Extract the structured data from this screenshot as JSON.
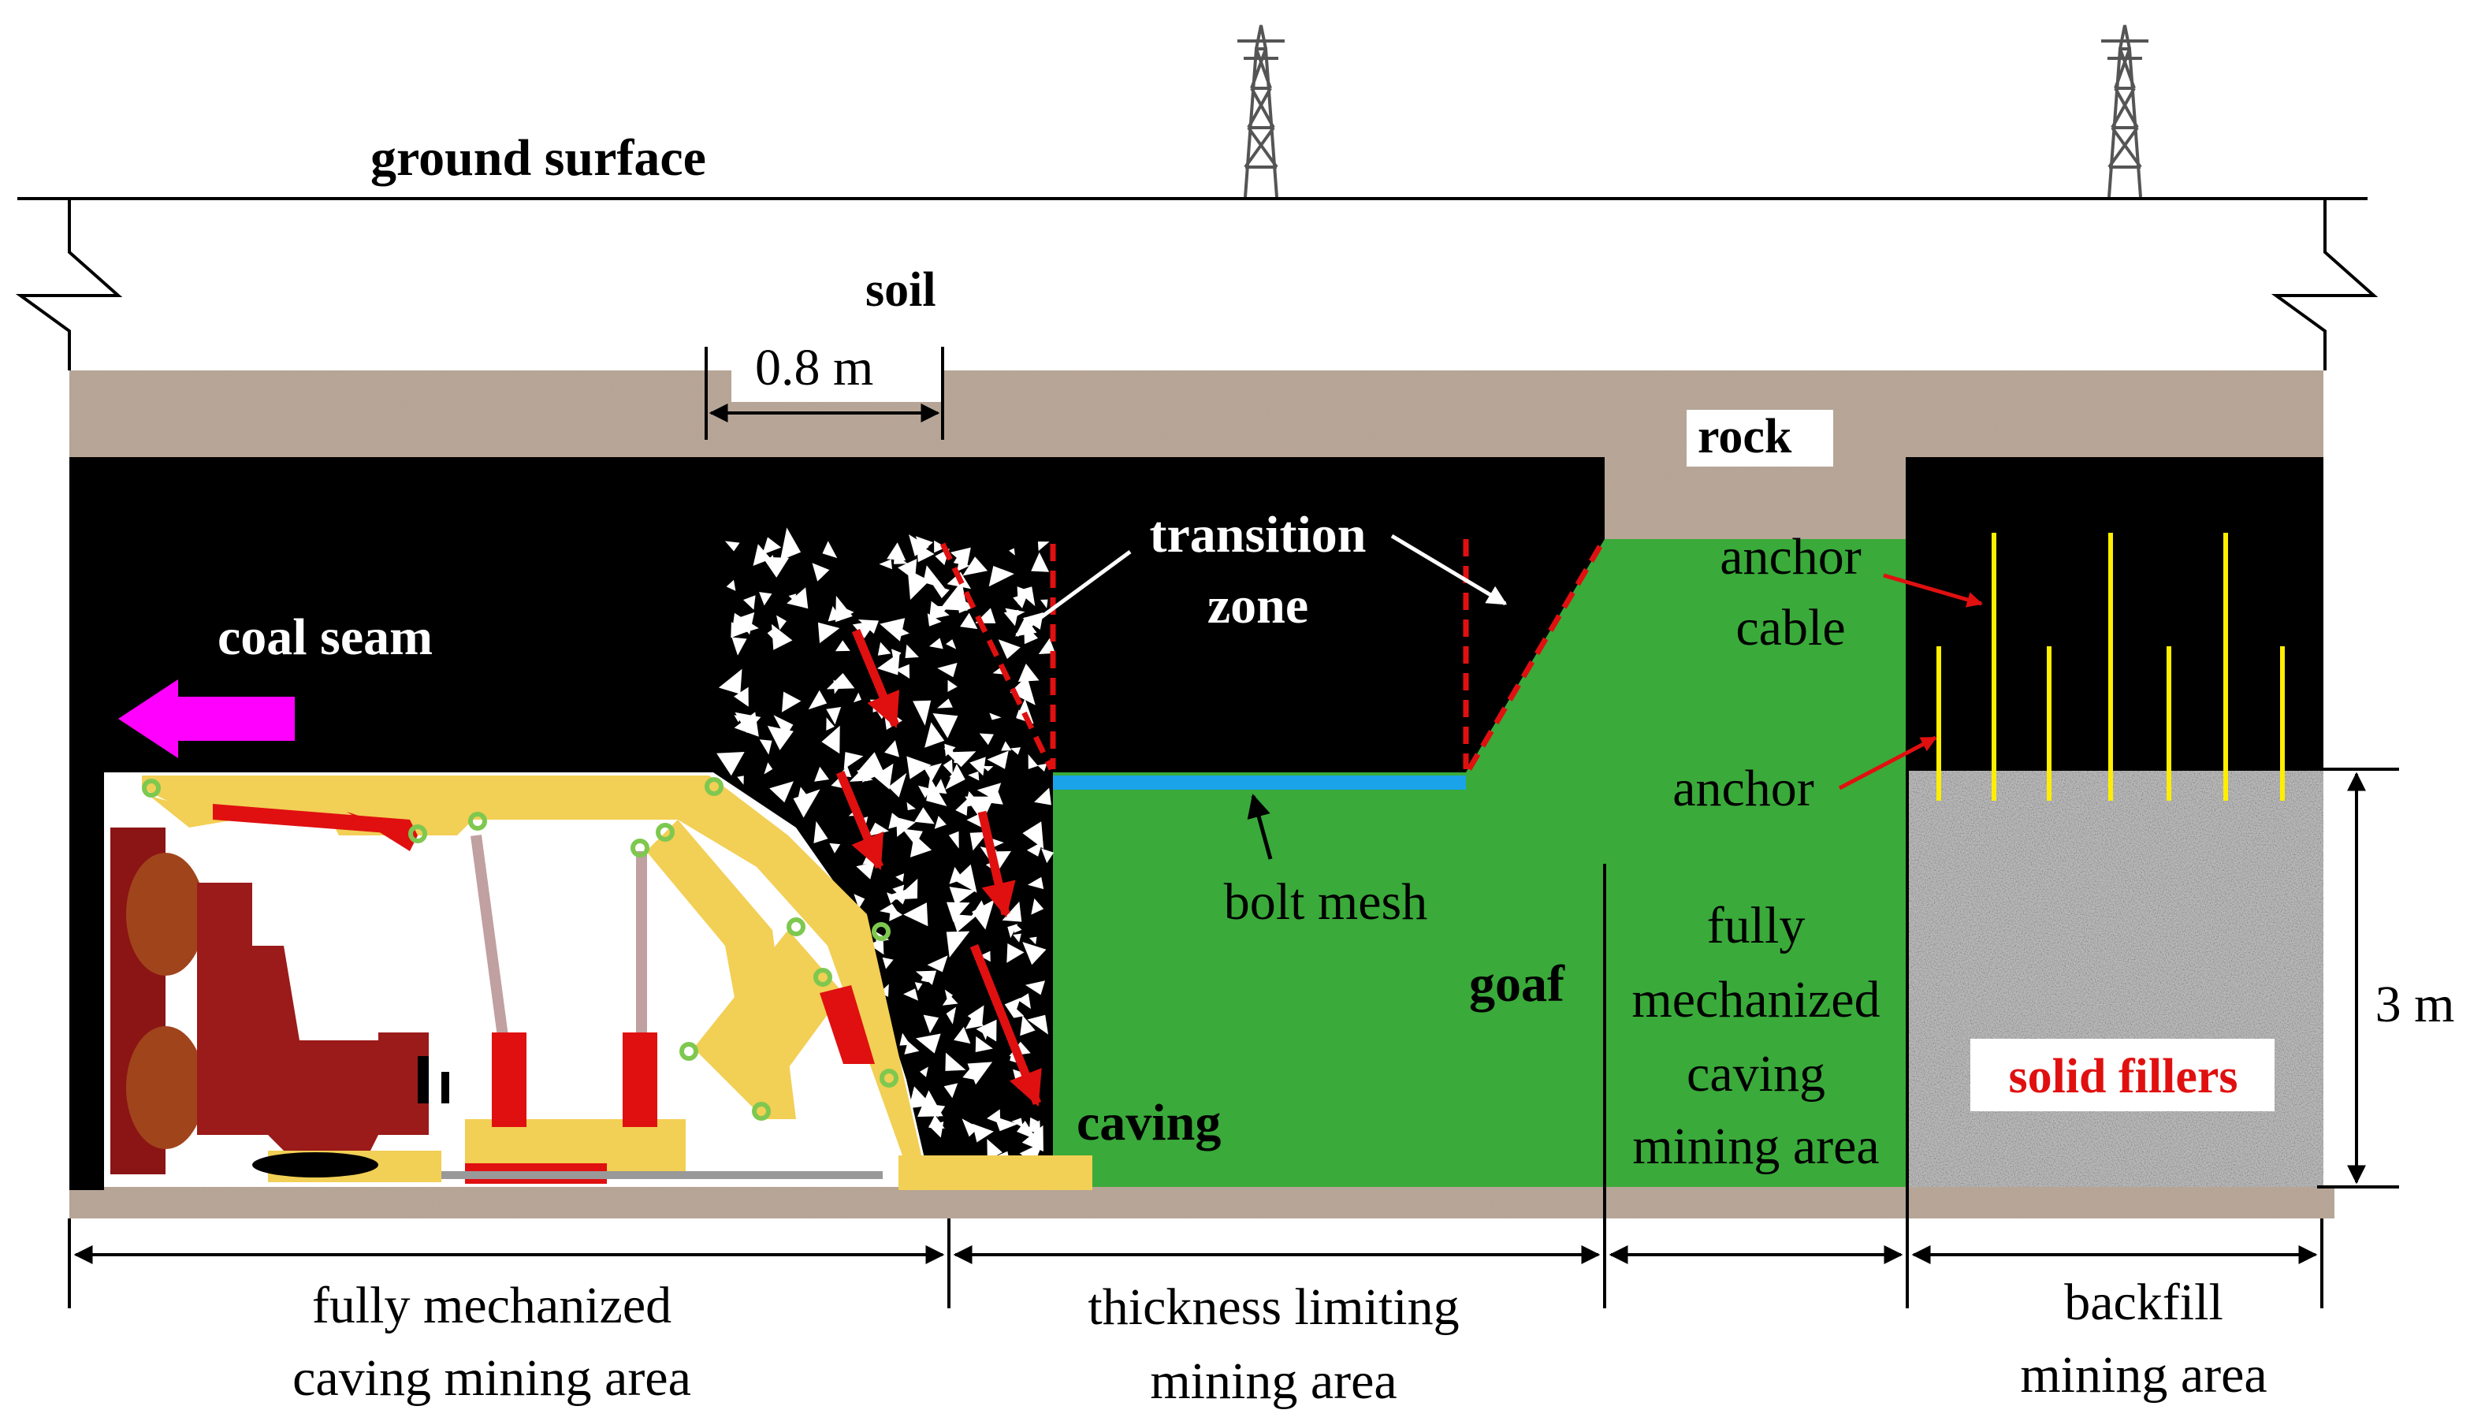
{
  "labels": {
    "ground_surface": "ground surface",
    "soil": "soil",
    "width_dim": "0.8 m",
    "rock": "rock",
    "transition_zone_line1": "transition",
    "transition_zone_line2": "zone",
    "coal_seam": "coal seam",
    "anchor_cable_line1": "anchor",
    "anchor_cable_line2": "cable",
    "anchor": "anchor",
    "bolt_mesh": "bolt mesh",
    "goaf": "goaf",
    "caving": "caving",
    "right_area_line1": "fully",
    "right_area_line2": "mechanized",
    "right_area_line3": "caving",
    "right_area_line4": "mining area",
    "solid_fillers": "solid fillers",
    "height_dim": "3 m"
  },
  "zones": {
    "zone1_line1": "fully mechanized",
    "zone1_line2": "caving mining area",
    "zone2_line1": "thickness limiting",
    "zone2_line2": "mining area",
    "zone4_line1": "backfill",
    "zone4_line2": "mining area"
  },
  "colors": {
    "coal": "#000000",
    "goaf": "#3aaa3a",
    "rock": "#b8a595",
    "filler": "#b9b9b9",
    "support": "#f2cf55",
    "machine": "#9b1a1a",
    "arrow_red": "#e01010",
    "mining_direction": "#ff00ff",
    "bolt_mesh": "#1aa3e8",
    "anchor": "#ffee00"
  },
  "icons": [
    "transmission-tower-icon",
    "mining-direction-arrow-icon"
  ]
}
